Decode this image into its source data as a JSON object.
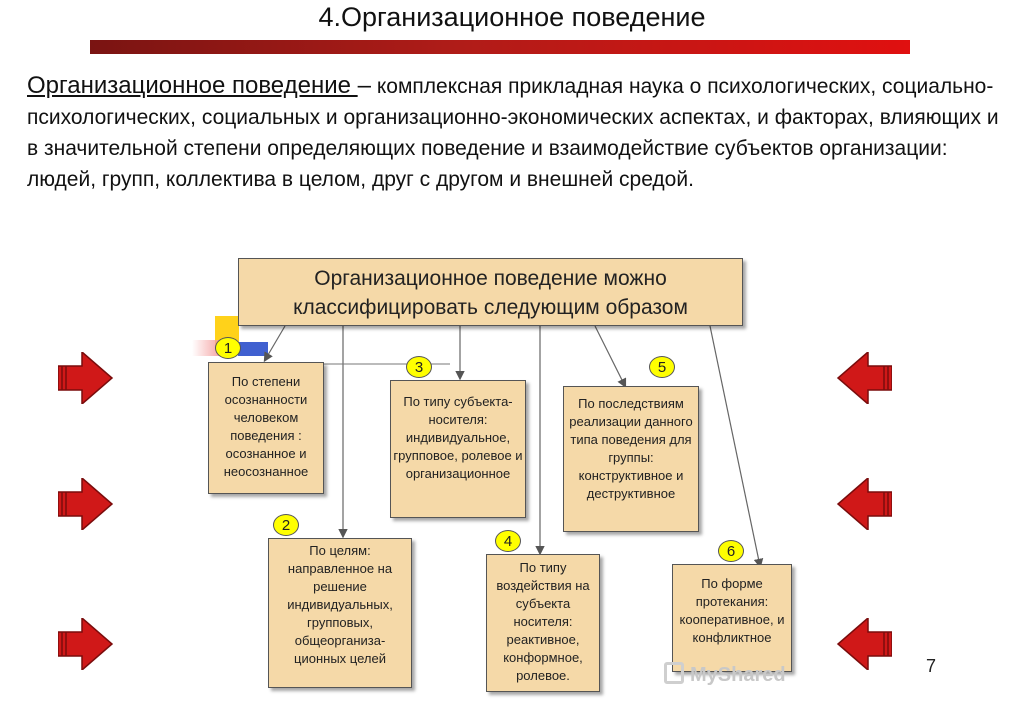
{
  "title": "4.Организационное поведение",
  "intro": {
    "term": "Организационное поведение ",
    "dash": "–",
    "text": " комплексная прикладная наука о психологических, социально-психологических, социальных и организационно-экономических аспектах, и факторах, влияющих и в значительной степени определяющих поведение и взаимодействие субъектов организации: людей, групп, коллектива в целом, друг с другом и внешней средой."
  },
  "diagram": {
    "top": "Организационное поведение можно классифицировать следующим образом",
    "nodes": [
      {
        "num": "1",
        "text": "По степени осознанности человеком поведения : осознанное и неосознанное"
      },
      {
        "num": "2",
        "text": "По целям: направленное на решение индивидуальных, групповых, общеорганиза-ционных целей"
      },
      {
        "num": "3",
        "text": "По типу субъекта-носителя: индивидуальное, групповое, ролевое и организационное"
      },
      {
        "num": "4",
        "text": "По типу воздействия на субъекта носителя: реактивное, конформное, ролевое."
      },
      {
        "num": "5",
        "text": "По последствиям реализации данного типа поведения для группы: конструктивное и деструктивное"
      },
      {
        "num": "6",
        "text": "По форме протекания: кооперативное, и конфликтное"
      }
    ]
  },
  "page_number": "7",
  "watermark": "MyShared",
  "colors": {
    "box_fill": "#f5d9a8",
    "title_bar": "#b01c18",
    "arrow_red": "#d01818",
    "badge": "#ffff00"
  },
  "icons": [
    "arrow-right-icon",
    "arrow-left-icon"
  ]
}
